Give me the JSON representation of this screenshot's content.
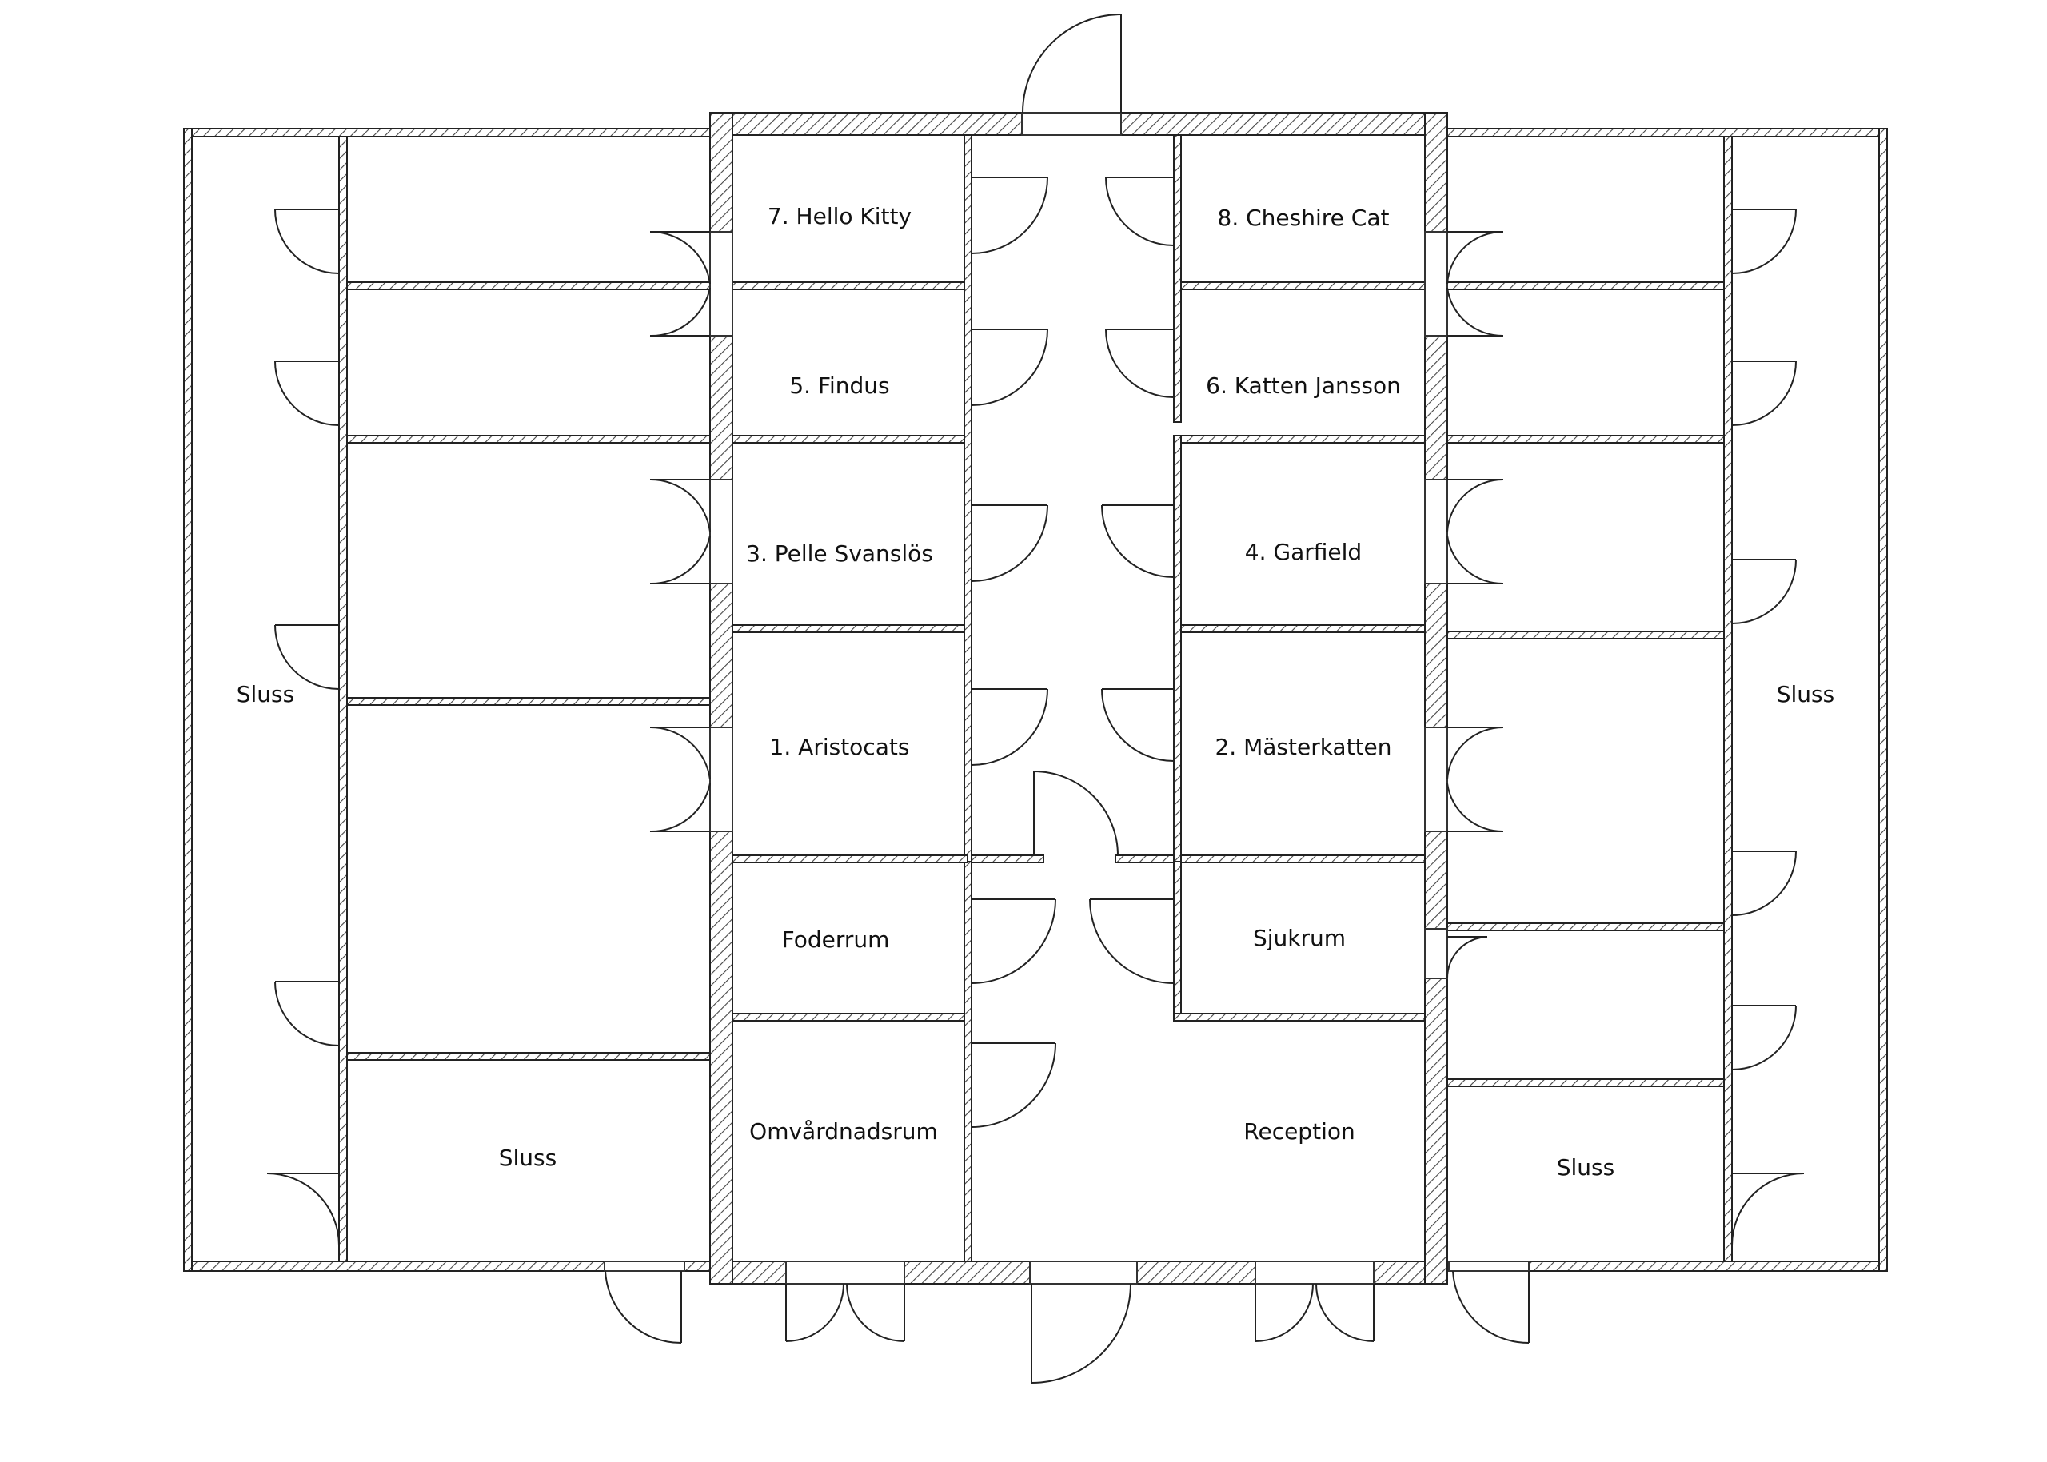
{
  "rooms": {
    "r7": "7. Hello Kitty",
    "r8": "8. Cheshire Cat",
    "r5": "5. Findus",
    "r6": "6. Katten Jansson",
    "r3": "3. Pelle Svanslös",
    "r4": "4. Garfield",
    "r1": "1. Aristocats",
    "r2": "2. Mästerkatten",
    "foderrum": "Foderrum",
    "sjukrum": "Sjukrum",
    "omvardnadsrum": "Omvårdnadsrum",
    "reception": "Reception",
    "sluss_left": "Sluss",
    "sluss_right": "Sluss",
    "sluss_bottom_left": "Sluss",
    "sluss_bottom_right": "Sluss"
  }
}
